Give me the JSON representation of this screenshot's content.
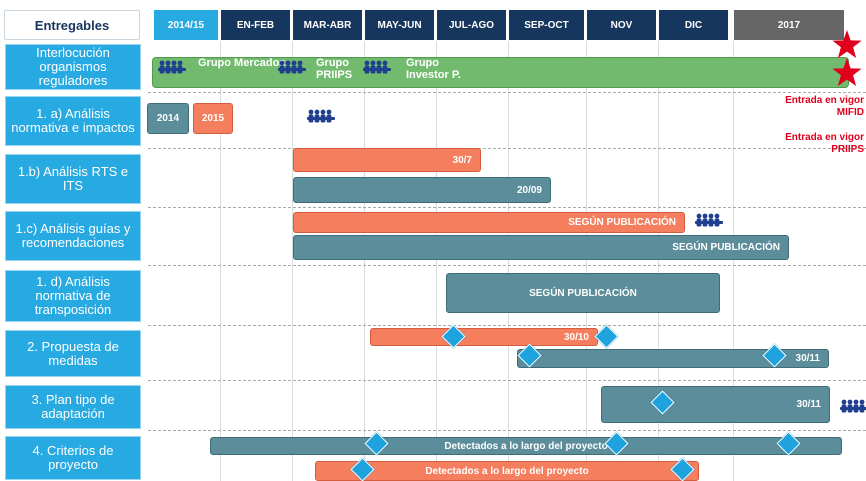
{
  "header": {
    "left_title": "Entregables",
    "columns": [
      "2014/15",
      "EN-FEB",
      "MAR-ABR",
      "MAY-JUN",
      "JUL-AGO",
      "SEP-OCT",
      "NOV",
      "DIC",
      "2017"
    ]
  },
  "rows": [
    {
      "label": "Interlocución organismos reguladores"
    },
    {
      "label": "1. a) Análisis normativa e impactos"
    },
    {
      "label": "1.b)  Análisis RTS e ITS"
    },
    {
      "label": "1.c) Análisis guías y recomendaciones"
    },
    {
      "label": "1. d) Análisis normativa de transposición"
    },
    {
      "label": "2. Propuesta de medidas"
    },
    {
      "label": "3. Plan tipo de adaptación"
    },
    {
      "label": "4. Criterios de proyecto"
    }
  ],
  "groups": [
    "Grupo Mercados",
    "Grupo PRIIPS",
    "Grupo Investor P."
  ],
  "bars": {
    "year_2014": "2014",
    "year_2015": "2015",
    "rts_salmon": "30/7",
    "rts_teal": "20/09",
    "guias_salmon": "SEGÚN PUBLICACIÓN",
    "guias_teal": "SEGÚN PUBLICACIÓN",
    "transposicion": "SEGÚN PUBLICACIÓN",
    "propuesta_salmon": "30/10",
    "propuesta_teal": "30/11",
    "plan": "30/11",
    "criterios_teal": "Detectados a lo largo del proyecto",
    "criterios_salmon": "Detectados a lo largo del proyecto"
  },
  "notes": {
    "mifid": "Entrada en vigor MIFID",
    "priips": "Entrada en vigor PRIIPS"
  },
  "colors": {
    "header_blue": "#27a9e1",
    "header_navy": "#17365d",
    "header_grey": "#666666",
    "teal": "#5b8d9b",
    "salmon": "#f47e5e",
    "green": "#72bb6e",
    "diamond": "#1ea3df",
    "red": "#e0001b"
  },
  "icons": [
    "people-group-icon",
    "milestone-diamond-icon",
    "red-star-icon"
  ]
}
